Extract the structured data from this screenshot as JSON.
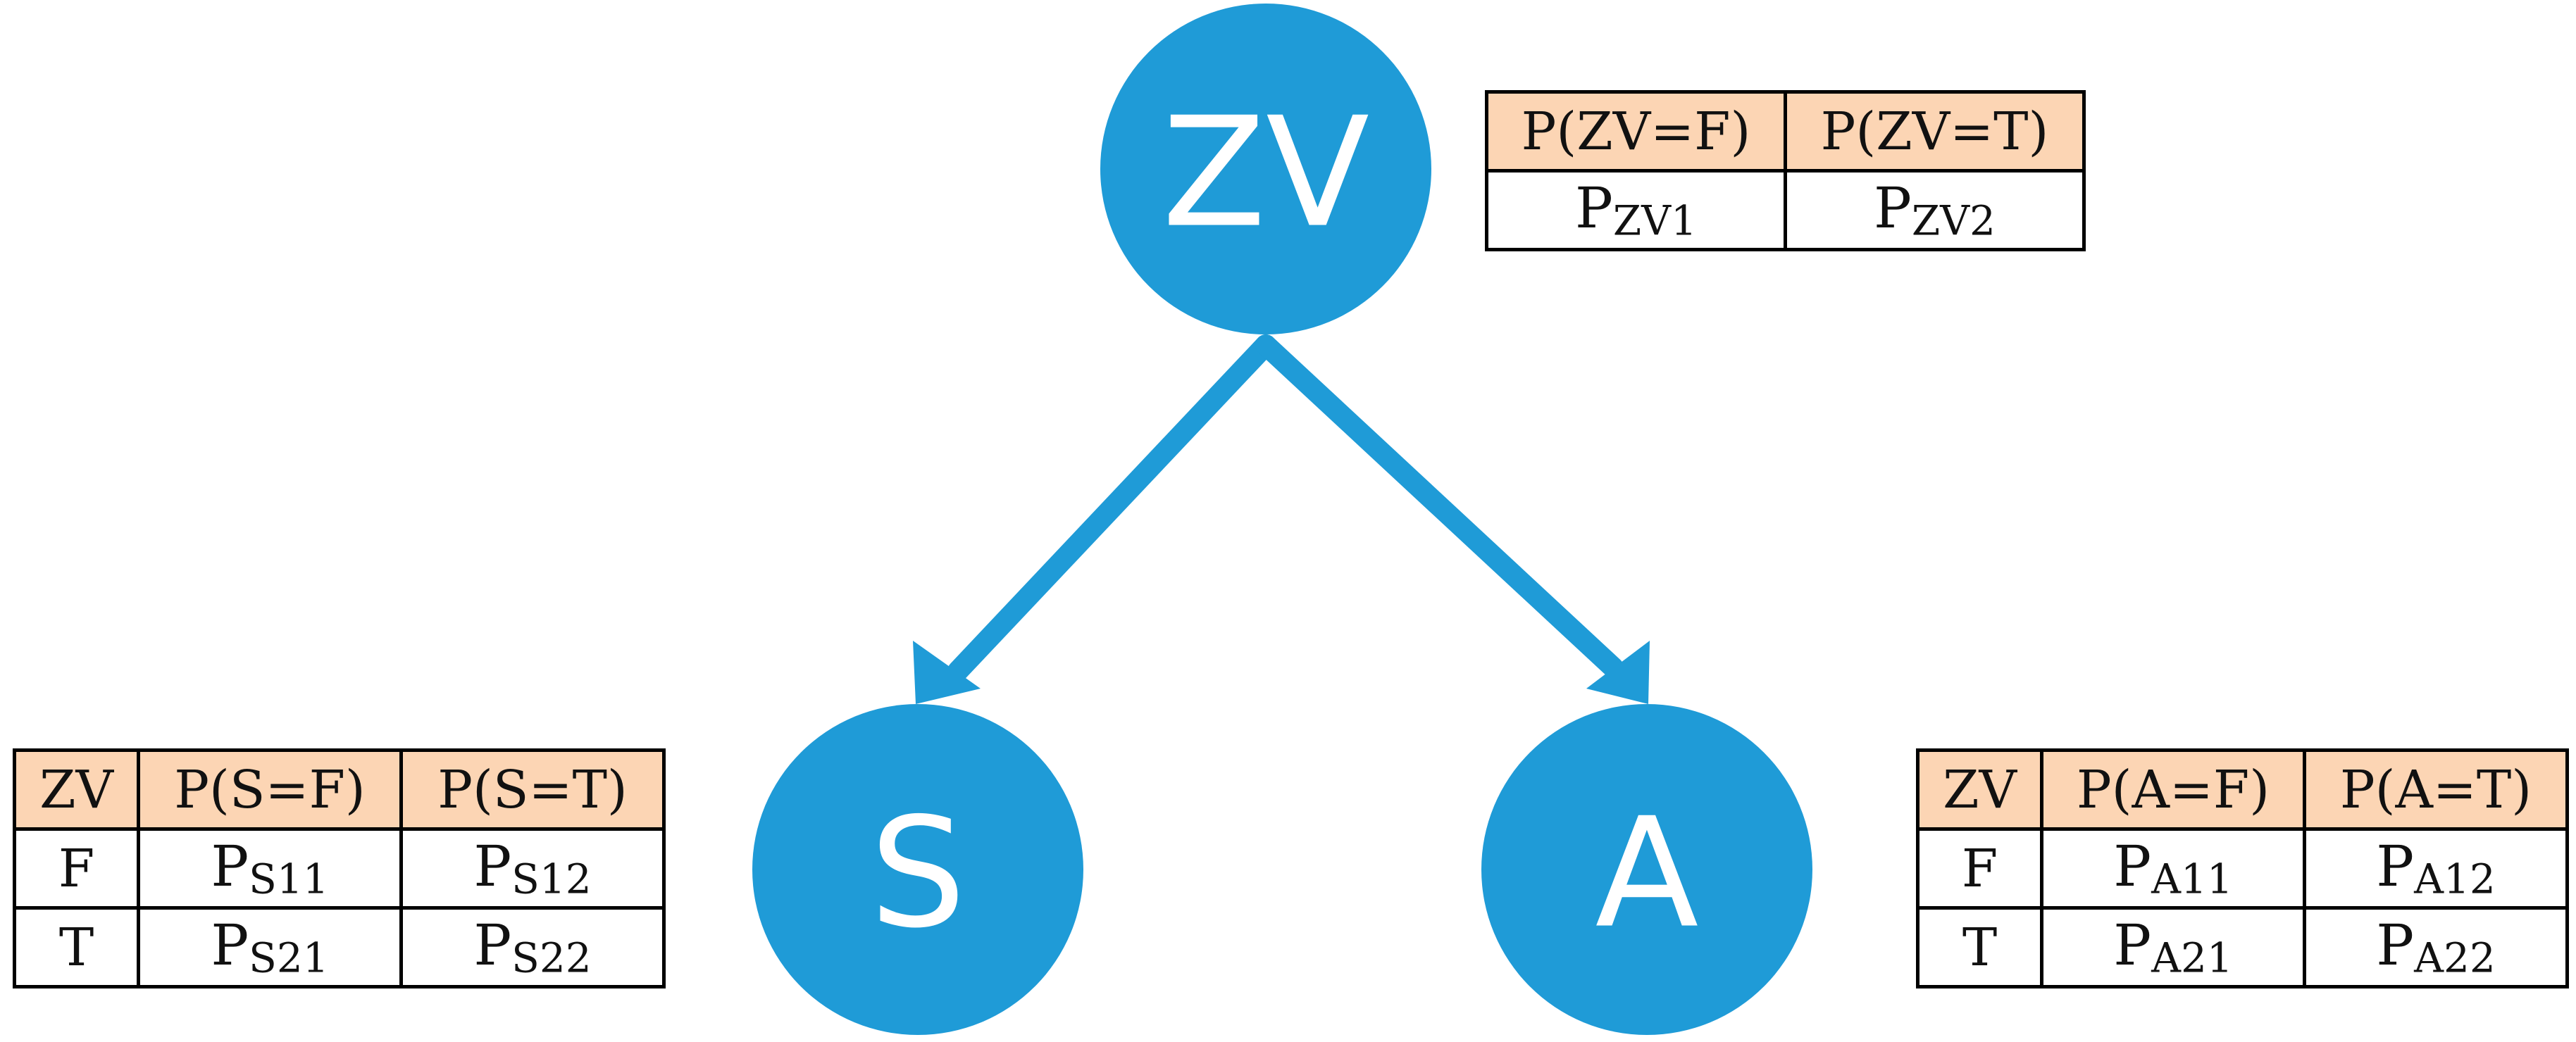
{
  "colors": {
    "node_fill": "#1f9bd7",
    "header_fill": "#fcd5b4",
    "border": "#000000"
  },
  "nodes": {
    "zv": {
      "label": "ZV"
    },
    "s": {
      "label": "S"
    },
    "a": {
      "label": "A"
    }
  },
  "edges": [
    {
      "from": "ZV",
      "to": "S"
    },
    {
      "from": "ZV",
      "to": "A"
    }
  ],
  "tables": {
    "zv": {
      "headers": [
        "P(ZV=F)",
        "P(ZV=T)"
      ],
      "row": [
        {
          "p": "P",
          "sub": "ZV1"
        },
        {
          "p": "P",
          "sub": "ZV2"
        }
      ]
    },
    "s": {
      "headers": [
        "ZV",
        "P(S=F)",
        "P(S=T)"
      ],
      "rows": [
        {
          "cond": "F",
          "cells": [
            {
              "p": "P",
              "sub": "S11"
            },
            {
              "p": "P",
              "sub": "S12"
            }
          ]
        },
        {
          "cond": "T",
          "cells": [
            {
              "p": "P",
              "sub": "S21"
            },
            {
              "p": "P",
              "sub": "S22"
            }
          ]
        }
      ]
    },
    "a": {
      "headers": [
        "ZV",
        "P(A=F)",
        "P(A=T)"
      ],
      "rows": [
        {
          "cond": "F",
          "cells": [
            {
              "p": "P",
              "sub": "A11"
            },
            {
              "p": "P",
              "sub": "A12"
            }
          ]
        },
        {
          "cond": "T",
          "cells": [
            {
              "p": "P",
              "sub": "A21"
            },
            {
              "p": "P",
              "sub": "A22"
            }
          ]
        }
      ]
    }
  }
}
